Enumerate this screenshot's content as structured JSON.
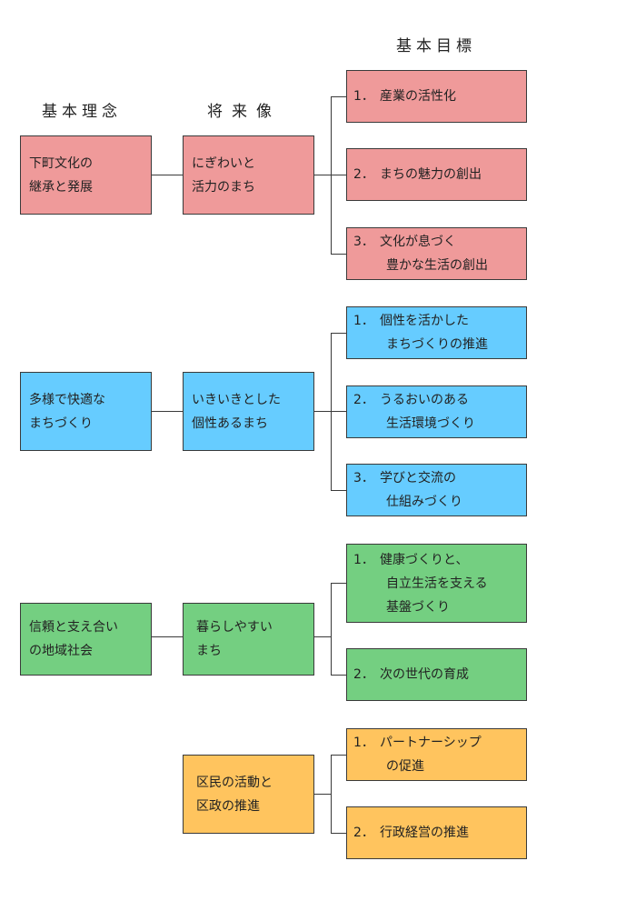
{
  "headers": {
    "philosophy": "基本理念",
    "vision": "将来像",
    "goals": "基本目標"
  },
  "groups": [
    {
      "color": "#ef9a9a",
      "philosophy": [
        "下町文化の",
        "継承と発展"
      ],
      "vision": [
        "にぎわいと",
        "活力のまち"
      ],
      "goals": [
        {
          "num": "1．",
          "lines": [
            "産業の活性化"
          ]
        },
        {
          "num": "2．",
          "lines": [
            "まちの魅力の創出"
          ]
        },
        {
          "num": "3．",
          "lines": [
            "文化が息づく",
            "豊かな生活の創出"
          ]
        }
      ]
    },
    {
      "color": "#66ccff",
      "philosophy": [
        "多様で快適な",
        "まちづくり"
      ],
      "vision": [
        "いきいきとした",
        "個性あるまち"
      ],
      "goals": [
        {
          "num": "1．",
          "lines": [
            "個性を活かした",
            "まちづくりの推進"
          ]
        },
        {
          "num": "2．",
          "lines": [
            "うるおいのある",
            "生活環境づくり"
          ]
        },
        {
          "num": "3．",
          "lines": [
            "学びと交流の",
            "仕組みづくり"
          ]
        }
      ]
    },
    {
      "color": "#74cf81",
      "philosophy": [
        "信頼と支え合い",
        "の地域社会"
      ],
      "vision": [
        "暮らしやすい",
        "まち"
      ],
      "goals": [
        {
          "num": "1．",
          "lines": [
            "健康づくりと、",
            "自立生活を支える",
            "基盤づくり"
          ]
        },
        {
          "num": "2．",
          "lines": [
            "次の世代の育成"
          ]
        }
      ]
    },
    {
      "color": "#ffc45e",
      "philosophy": [],
      "vision": [
        "区民の活動と",
        "区政の推進"
      ],
      "goals": [
        {
          "num": "1．",
          "lines": [
            "パートナーシップ",
            "の促進"
          ]
        },
        {
          "num": "2．",
          "lines": [
            "行政経営の推進"
          ]
        }
      ]
    }
  ]
}
